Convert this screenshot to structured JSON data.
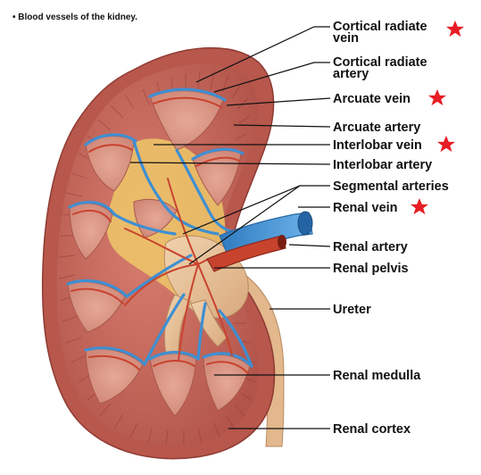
{
  "figure": {
    "caption": "• Blood vessels of the kidney."
  },
  "diagram": {
    "subject": "kidney-coronal-section",
    "colors": {
      "capsule": "#b8574c",
      "cortex": "#c9685c",
      "medulla_pyramid": "#d99585",
      "renal_pelvis": "#e9c29a",
      "sinus_fat": "#f1d36a",
      "ureter": "#e2b88c",
      "vein": "#3f8fd2",
      "artery": "#c8432e",
      "star": "#e81c24"
    },
    "labels": [
      {
        "id": "cortical-radiate-vein",
        "lines": [
          "Cortical radiate",
          "vein"
        ],
        "starred": true
      },
      {
        "id": "cortical-radiate-artery",
        "lines": [
          "Cortical radiate",
          "artery"
        ],
        "starred": false
      },
      {
        "id": "arcuate-vein",
        "lines": [
          "Arcuate vein"
        ],
        "starred": true
      },
      {
        "id": "arcuate-artery",
        "lines": [
          "Arcuate artery"
        ],
        "starred": false
      },
      {
        "id": "interlobar-vein",
        "lines": [
          "Interlobar vein"
        ],
        "starred": true
      },
      {
        "id": "interlobar-artery",
        "lines": [
          "Interlobar artery"
        ],
        "starred": false
      },
      {
        "id": "segmental-arteries",
        "lines": [
          "Segmental arteries"
        ],
        "starred": false
      },
      {
        "id": "renal-vein",
        "lines": [
          "Renal vein"
        ],
        "starred": true
      },
      {
        "id": "renal-artery",
        "lines": [
          "Renal artery"
        ],
        "starred": false
      },
      {
        "id": "renal-pelvis",
        "lines": [
          "Renal pelvis"
        ],
        "starred": false
      },
      {
        "id": "ureter",
        "lines": [
          "Ureter"
        ],
        "starred": false
      },
      {
        "id": "renal-medulla",
        "lines": [
          "Renal medulla"
        ],
        "starred": false
      },
      {
        "id": "renal-cortex",
        "lines": [
          "Renal cortex"
        ],
        "starred": false
      }
    ]
  }
}
